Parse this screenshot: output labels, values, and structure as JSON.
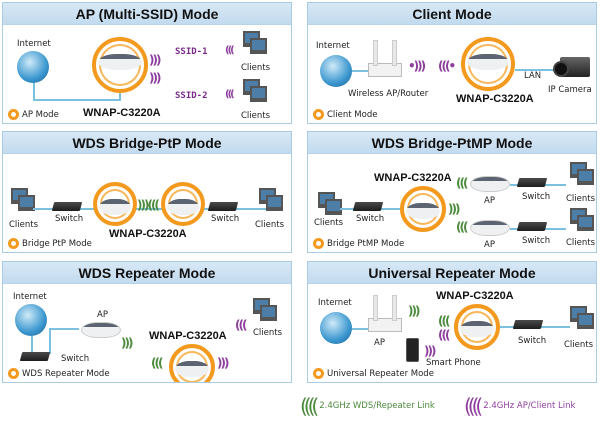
{
  "panels": {
    "ap_mode": {
      "title": "AP (Multi-SSID) Mode",
      "internet": "Internet",
      "model": "WNAP-C3220A",
      "ssid1": "SSID-1",
      "ssid2": "SSID-2",
      "clients1": "Clients",
      "clients2": "Clients",
      "mode_label": "AP Mode"
    },
    "client_mode": {
      "title": "Client Mode",
      "internet": "Internet",
      "router": "Wireless AP/Router",
      "model": "WNAP-C3220A",
      "lan": "LAN",
      "camera": "IP Camera",
      "mode_label": "Client Mode"
    },
    "wds_ptp": {
      "title": "WDS Bridge-PtP Mode",
      "clients_left": "Clients",
      "switch_left": "Switch",
      "model": "WNAP-C3220A",
      "switch_right": "Switch",
      "clients_right": "Clients",
      "mode_label": "Bridge PtP Mode"
    },
    "wds_ptmp": {
      "title": "WDS Bridge-PtMP Mode",
      "model": "WNAP-C3220A",
      "clients_left": "Clients",
      "switch_left": "Switch",
      "ap_top": "AP",
      "switch_top": "Switch",
      "clients_top": "Clients",
      "ap_bottom": "AP",
      "switch_bottom": "Switch",
      "clients_bottom": "Clients",
      "mode_label": "Bridge PtMP Mode"
    },
    "wds_repeater": {
      "title": "WDS Repeater Mode",
      "internet": "Internet",
      "ap": "AP",
      "switch": "Switch",
      "model": "WNAP-C3220A",
      "clients": "Clients",
      "mode_label": "WDS Repeater Mode"
    },
    "universal_repeater": {
      "title": "Universal Repeater Mode",
      "internet": "Internet",
      "ap": "AP",
      "model": "WNAP-C3220A",
      "phone": "Smart Phone",
      "switch": "Switch",
      "clients": "Clients",
      "mode_label": "Universal Repeater Mode"
    }
  },
  "legend": {
    "wds_link": "2.4GHz WDS/Repeater Link",
    "ap_link": "2.4GHz AP/Client Link",
    "wds_color": "#4c8a3c",
    "ap_color": "#8e3f9e"
  },
  "colors": {
    "ring": "#f39a1e",
    "header": "#c9def0",
    "border": "#a9cce3"
  }
}
